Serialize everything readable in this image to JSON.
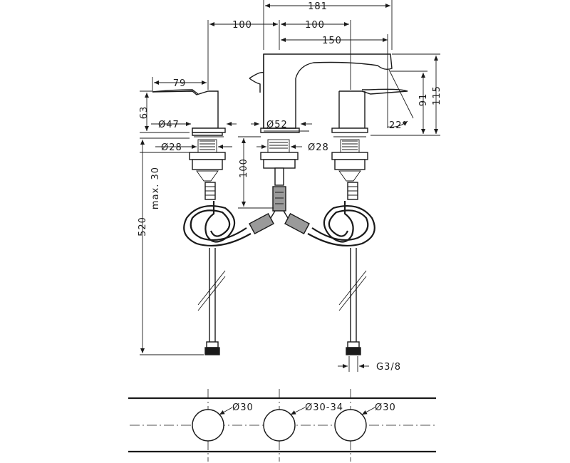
{
  "dimensions": {
    "overall_spout_width": "181",
    "left_spacing": "100",
    "right_spacing": "100",
    "spout_projection": "150",
    "handle_length": "79",
    "handle_height": "63",
    "handle_base_dia": "Ø47",
    "spout_base_dia": "Ø52",
    "shank_dia_left": "Ø28",
    "shank_dia_right": "Ø28",
    "total_height": "115",
    "outlet_height": "91",
    "spout_angle": "22°",
    "shank_length": "100",
    "max_countertop": "max. 30",
    "hose_length": "520",
    "thread_size": "G3/8"
  },
  "cutouts": {
    "left_hole": "Ø30",
    "center_hole": "Ø30-34",
    "right_hole": "Ø30"
  }
}
